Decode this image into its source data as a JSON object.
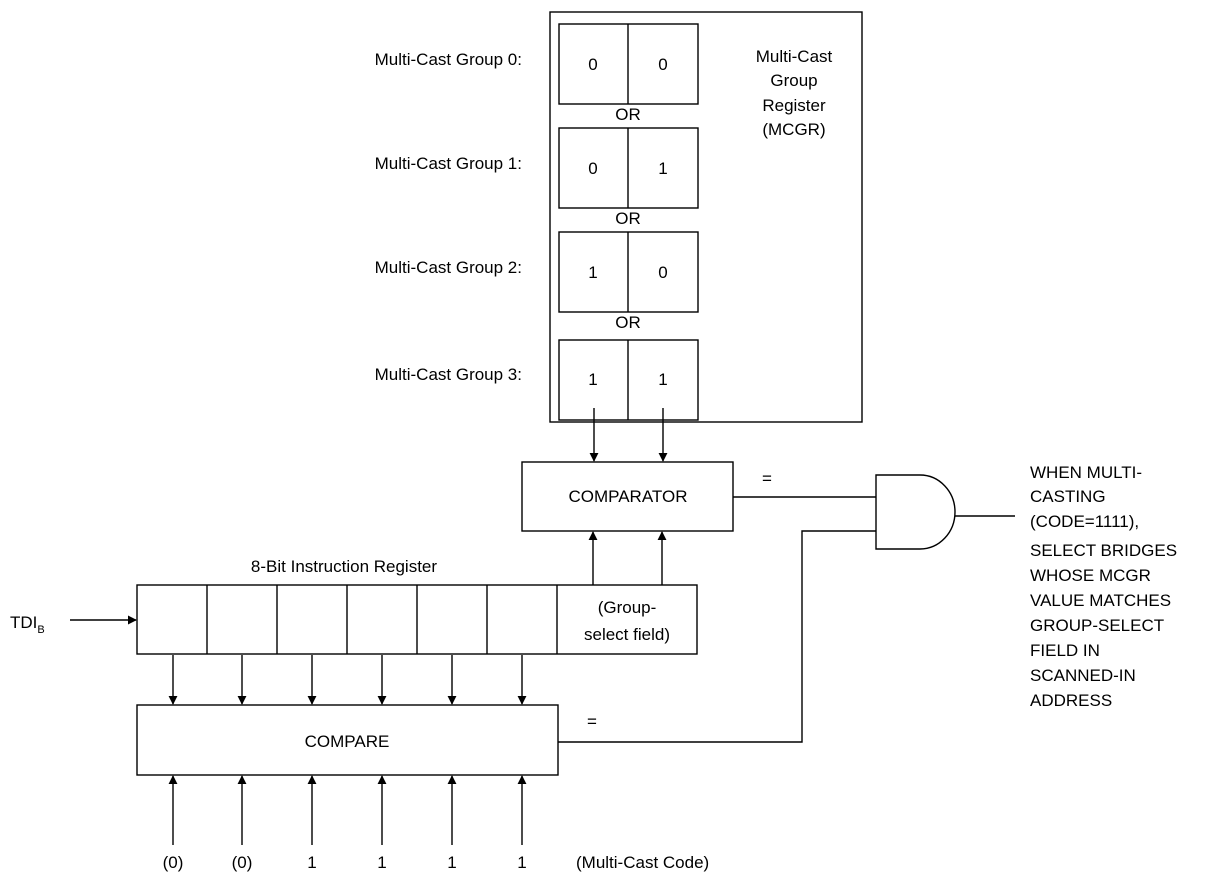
{
  "groups": [
    {
      "label": "Multi-Cast Group 0:",
      "bits": [
        "0",
        "0"
      ]
    },
    {
      "label": "Multi-Cast Group 1:",
      "bits": [
        "0",
        "1"
      ]
    },
    {
      "label": "Multi-Cast Group 2:",
      "bits": [
        "1",
        "0"
      ]
    },
    {
      "label": "Multi-Cast Group 3:",
      "bits": [
        "1",
        "1"
      ]
    }
  ],
  "or_label": "OR",
  "mcgr_title": [
    "Multi-Cast",
    "Group",
    "Register",
    "(MCGR)"
  ],
  "comparator_label": "COMPARATOR",
  "equals": "=",
  "instruction_register_label": "8-Bit Instruction Register",
  "group_select_field": [
    "(Group-",
    "select field)"
  ],
  "tdi": {
    "main": "TDI",
    "sub": "B"
  },
  "compare_label": "COMPARE",
  "multicast_code": [
    "(0)",
    "(0)",
    "1",
    "1",
    "1",
    "1"
  ],
  "multicast_code_label": "(Multi-Cast Code)",
  "output_note": [
    "WHEN MULTI-",
    "CASTING",
    "(CODE=1111),",
    "SELECT BRIDGES",
    "WHOSE MCGR",
    "VALUE MATCHES",
    "GROUP-SELECT",
    "FIELD IN",
    "SCANNED-IN",
    "ADDRESS"
  ]
}
